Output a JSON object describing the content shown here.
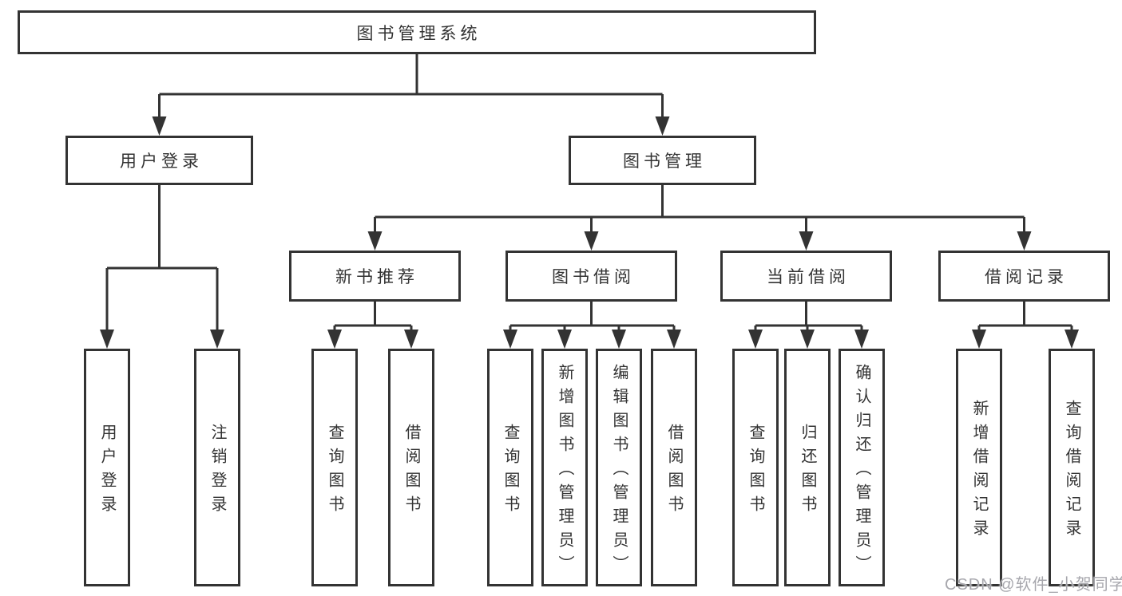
{
  "diagram": {
    "root": {
      "label": "图书管理系统"
    },
    "user_login": {
      "label": "用户登录",
      "children": [
        {
          "label": "用户登录"
        },
        {
          "label": "注销登录"
        }
      ]
    },
    "book_mgmt": {
      "label": "图书管理",
      "sections": [
        {
          "label": "新书推荐",
          "children": [
            {
              "label": "查询图书"
            },
            {
              "label": "借阅图书"
            }
          ]
        },
        {
          "label": "图书借阅",
          "children": [
            {
              "label": "查询图书"
            },
            {
              "label": "新增图书（管理员）"
            },
            {
              "label": "编辑图书（管理员）"
            },
            {
              "label": "借阅图书"
            }
          ]
        },
        {
          "label": "当前借阅",
          "children": [
            {
              "label": "查询图书"
            },
            {
              "label": "归还图书"
            },
            {
              "label": "确认归还（管理员）"
            }
          ]
        },
        {
          "label": "借阅记录",
          "children": [
            {
              "label": "新增借阅记录"
            },
            {
              "label": "查询借阅记录"
            }
          ]
        }
      ]
    }
  },
  "watermark": {
    "text": "CSDN @软件_小贺同学"
  },
  "colors": {
    "line": "#333333",
    "box_border": "#333333",
    "text": "#333333",
    "background": "#ffffff",
    "watermark": "#a7a7ad"
  }
}
